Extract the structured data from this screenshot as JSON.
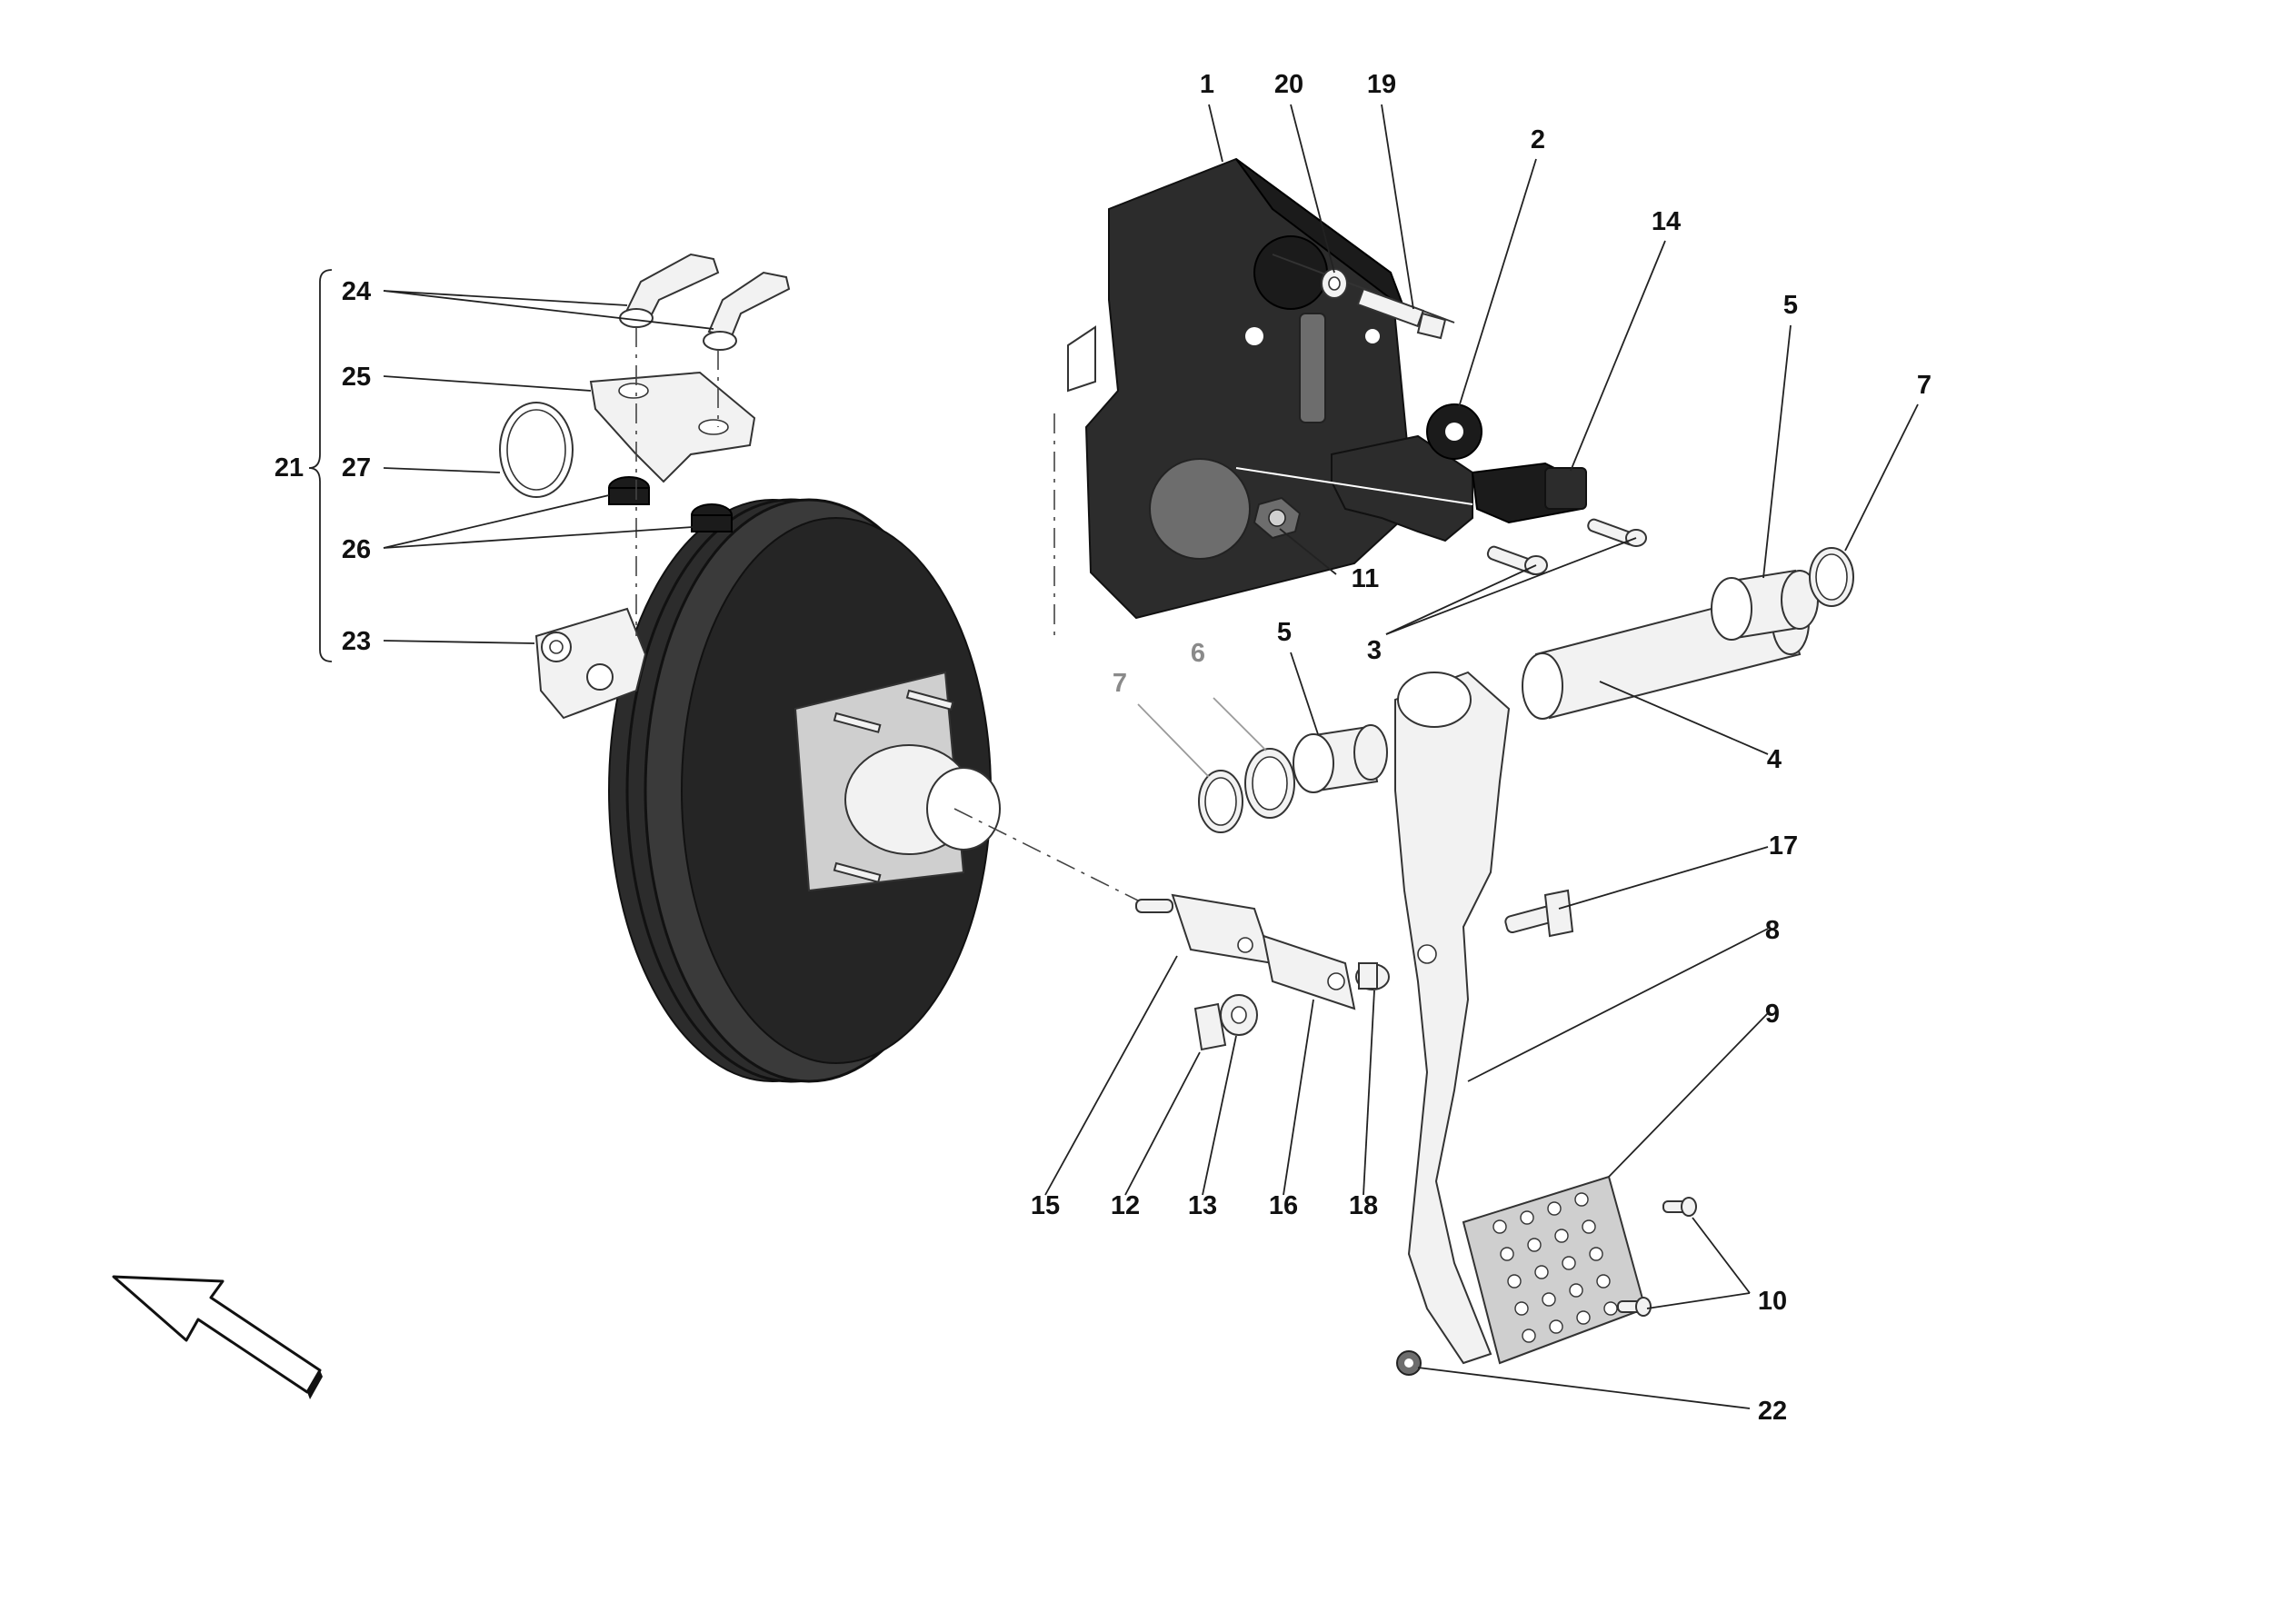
{
  "diagram": {
    "callouts": [
      {
        "id": "c1",
        "text": "1"
      },
      {
        "id": "c20",
        "text": "20"
      },
      {
        "id": "c19",
        "text": "19"
      },
      {
        "id": "c2",
        "text": "2"
      },
      {
        "id": "c14",
        "text": "14"
      },
      {
        "id": "c5a",
        "text": "5"
      },
      {
        "id": "c7a",
        "text": "7"
      },
      {
        "id": "c11",
        "text": "11"
      },
      {
        "id": "c3",
        "text": "3"
      },
      {
        "id": "c5b",
        "text": "5"
      },
      {
        "id": "c6",
        "text": "6"
      },
      {
        "id": "c7b",
        "text": "7"
      },
      {
        "id": "c4",
        "text": "4"
      },
      {
        "id": "c17",
        "text": "17"
      },
      {
        "id": "c8",
        "text": "8"
      },
      {
        "id": "c9",
        "text": "9"
      },
      {
        "id": "c10",
        "text": "10"
      },
      {
        "id": "c22",
        "text": "22"
      },
      {
        "id": "c15",
        "text": "15"
      },
      {
        "id": "c12",
        "text": "12"
      },
      {
        "id": "c13",
        "text": "13"
      },
      {
        "id": "c16",
        "text": "16"
      },
      {
        "id": "c18",
        "text": "18"
      },
      {
        "id": "c24",
        "text": "24"
      },
      {
        "id": "c25",
        "text": "25"
      },
      {
        "id": "c21",
        "text": "21"
      },
      {
        "id": "c27",
        "text": "27"
      },
      {
        "id": "c26",
        "text": "26"
      },
      {
        "id": "c23",
        "text": "23"
      }
    ],
    "colors": {
      "background": "#ffffff",
      "label": "#111111",
      "faded_label": "#8a8a8a",
      "dark_part": "#2c2c2c",
      "light_part": "#f2f2f2"
    },
    "icons": {
      "direction_arrow": "direction-arrow-icon"
    }
  }
}
